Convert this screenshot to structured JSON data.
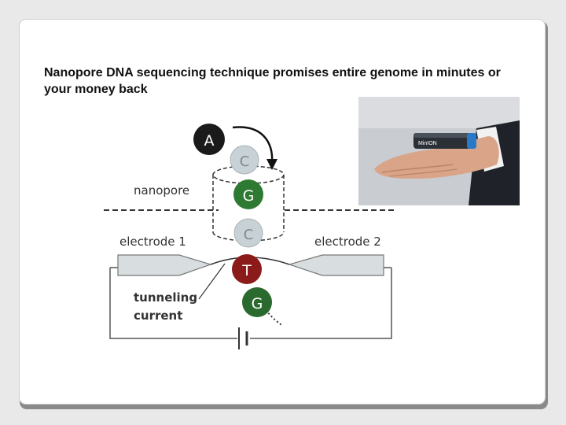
{
  "slide": {
    "title": "Nanopore DNA sequencing technique promises entire genome in minutes or your money back"
  },
  "diagram": {
    "labels": {
      "nanopore": "nanopore",
      "electrode_1": "electrode 1",
      "electrode_2": "electrode 2",
      "tunneling_line1": "tunneling",
      "tunneling_line2": "current"
    },
    "bases": [
      {
        "letter": "A",
        "color": "#1a1a1a",
        "text_color": "#ffffff"
      },
      {
        "letter": "C",
        "color": "#c8d2d6",
        "text_color": "#7a8a90"
      },
      {
        "letter": "G",
        "color": "#2f7a33",
        "text_color": "#ffffff"
      },
      {
        "letter": "C",
        "color": "#c8d2d6",
        "text_color": "#7a8a90"
      },
      {
        "letter": "T",
        "color": "#8b1a1a",
        "text_color": "#ffffff"
      },
      {
        "letter": "G",
        "color": "#2a6a2e",
        "text_color": "#ffffff"
      }
    ]
  },
  "photo": {
    "device_label": "MinION",
    "colors": {
      "device_accent": "#2a78c8",
      "background": "#c9ccd0"
    }
  }
}
